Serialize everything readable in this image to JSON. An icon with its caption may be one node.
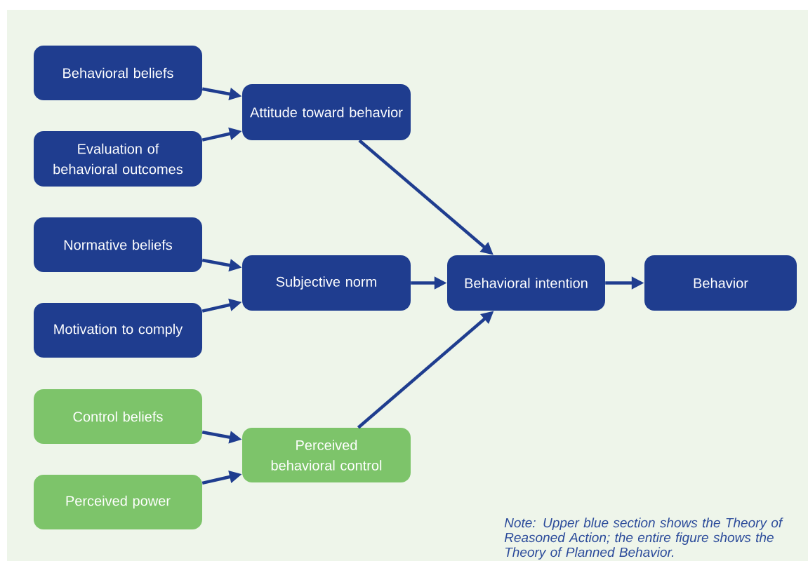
{
  "diagram": {
    "nodes": [
      {
        "text": [
          "Behavioral beliefs"
        ]
      },
      {
        "text": [
          "Evaluation of behavioral outcomes"
        ]
      },
      {
        "text": [
          "Attitude toward behavior"
        ]
      },
      {
        "text": [
          "Normative beliefs"
        ]
      },
      {
        "text": [
          "Motivation to comply"
        ]
      },
      {
        "text": [
          "Subjective norm"
        ]
      },
      {
        "text": [
          "Behavioral intention"
        ]
      },
      {
        "text": [
          "Behavior"
        ]
      },
      {
        "text": [
          "Control beliefs"
        ]
      },
      {
        "text": [
          "Perceived power"
        ]
      },
      {
        "text": [
          "Perceived behavioral control"
        ]
      }
    ],
    "edges": [
      {
        "from": 0,
        "to": 2,
        "arrow": "to"
      },
      {
        "from": 1,
        "to": 2,
        "arrow": "to"
      },
      {
        "from": 3,
        "to": 5,
        "arrow": "to"
      },
      {
        "from": 4,
        "to": 5,
        "arrow": "to"
      },
      {
        "from": 8,
        "to": 10,
        "arrow": "to"
      },
      {
        "from": 9,
        "to": 10,
        "arrow": "to"
      },
      {
        "from": 2,
        "to": 6,
        "arrow": "to"
      },
      {
        "from": 5,
        "to": 6,
        "arrow": "to"
      },
      {
        "from": 10,
        "to": 6,
        "arrow": "to"
      },
      {
        "from": 6,
        "to": 7,
        "arrow": "to"
      }
    ],
    "labels": [
      "Note: Upper blue section shows the Theory of Reasoned Action; the entire figure shows the Theory of Planned Behavior."
    ]
  }
}
